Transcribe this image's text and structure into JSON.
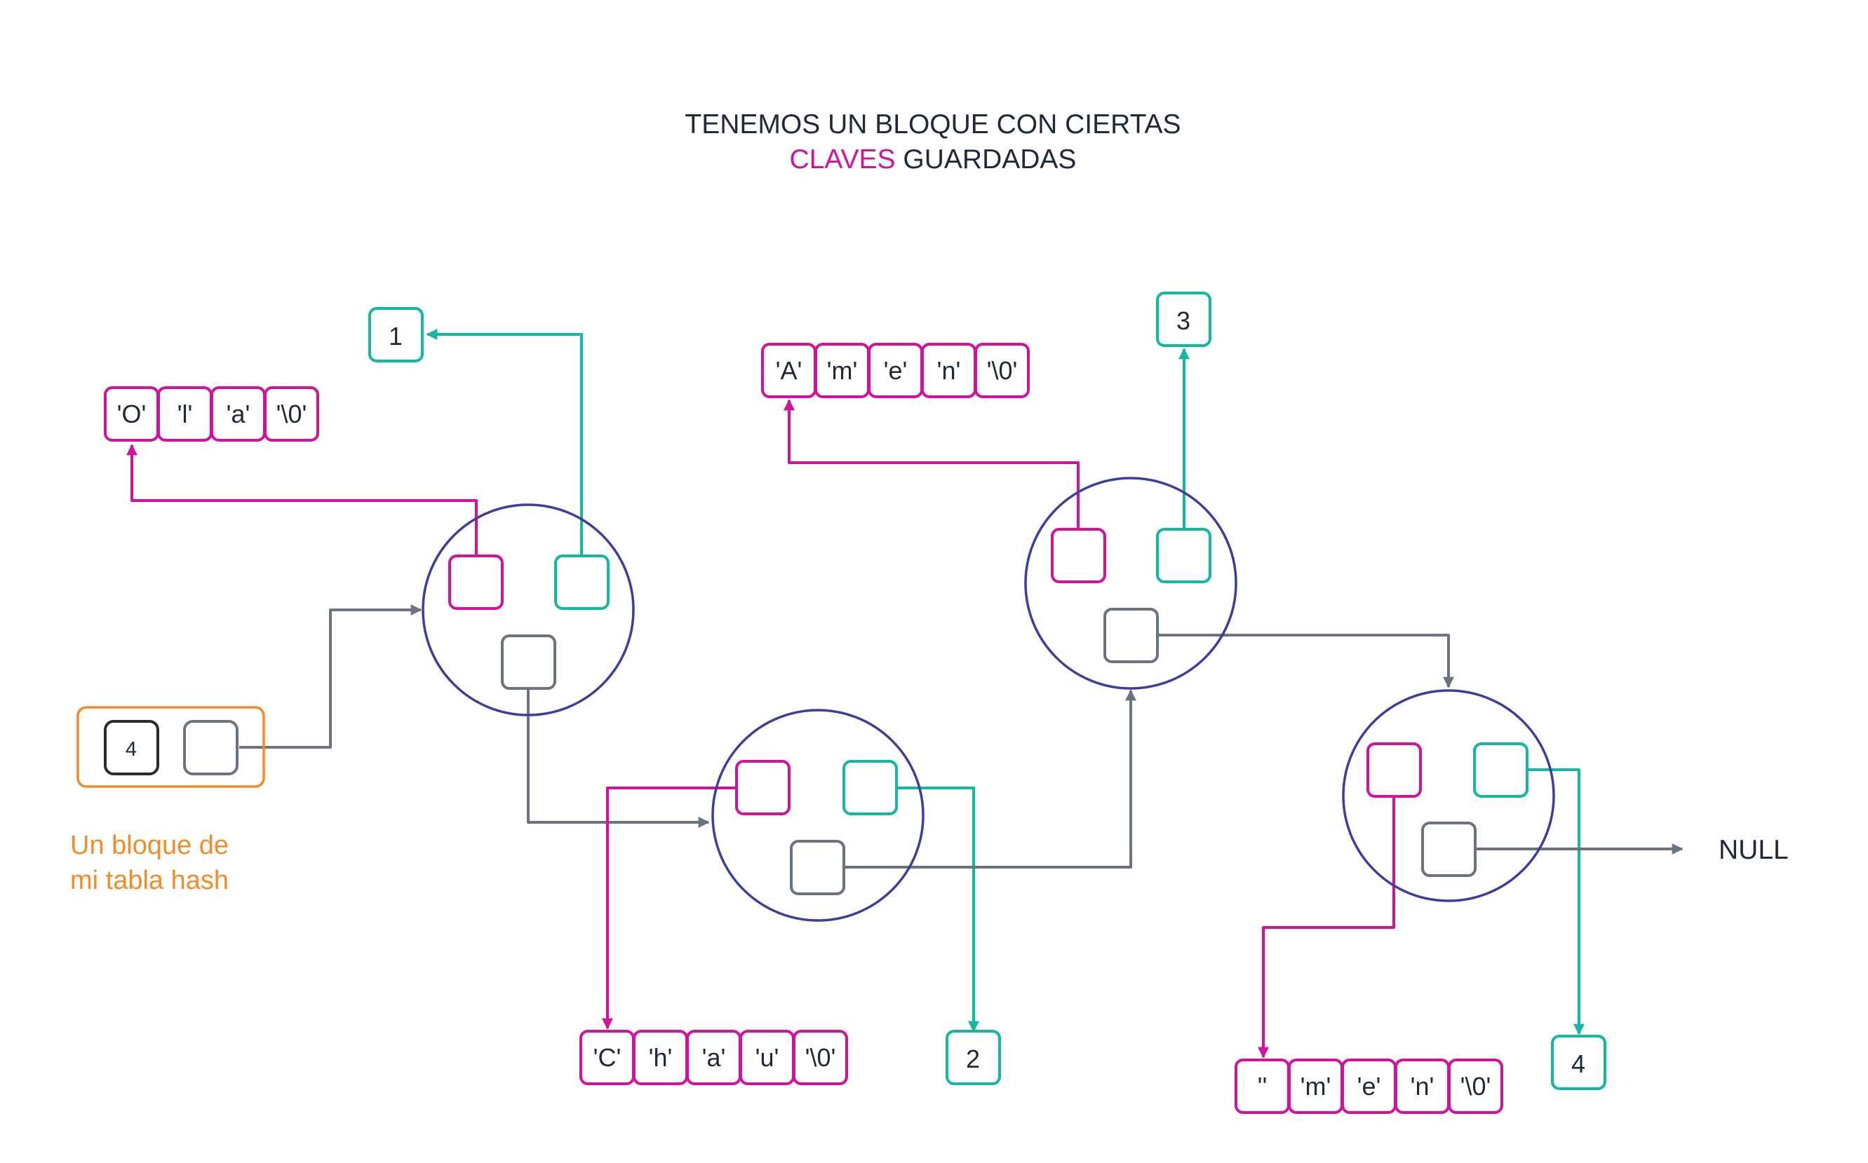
{
  "title": {
    "line1": "TENEMOS UN BLOQUE CON CIERTAS",
    "line2_highlight": "CLAVES",
    "line2_rest": " GUARDADAS"
  },
  "colors": {
    "key": "#d1129e",
    "value": "#14b8a1",
    "next": "#6b7280",
    "node": "#3d3d9e",
    "bucket": "#f28c28",
    "text": "#1f2937"
  },
  "bucket": {
    "count": "4",
    "caption_line1": "Un bloque de",
    "caption_line2": "mi tabla hash"
  },
  "strings": {
    "ola": [
      "'O'",
      "'l'",
      "'a'",
      "'\\0'"
    ],
    "amen": [
      "'A'",
      "'m'",
      "'e'",
      "'n'",
      "'\\0'"
    ],
    "chau": [
      "'C'",
      "'h'",
      "'a'",
      "'u'",
      "'\\0'"
    ],
    "men": [
      "''",
      "'m'",
      "'e'",
      "'n'",
      "'\\0'"
    ]
  },
  "values": {
    "v1": "1",
    "v2": "2",
    "v3": "3",
    "v4": "4"
  },
  "null_label": "NULL"
}
